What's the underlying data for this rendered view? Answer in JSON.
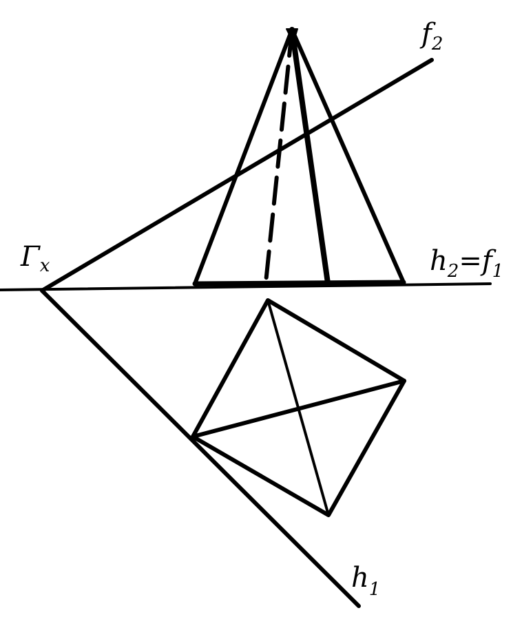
{
  "diagram": {
    "ink_color": "#000000",
    "background": "#ffffff",
    "labels": {
      "f2": {
        "main": "f",
        "sub": "2"
      },
      "h2f1": {
        "main": "h",
        "sub": "2",
        "eq": "=f",
        "sub2": "1"
      },
      "gamma_x": {
        "main": "Γ",
        "sub": "x"
      },
      "h1": {
        "main": "h",
        "sub": "1"
      }
    }
  }
}
